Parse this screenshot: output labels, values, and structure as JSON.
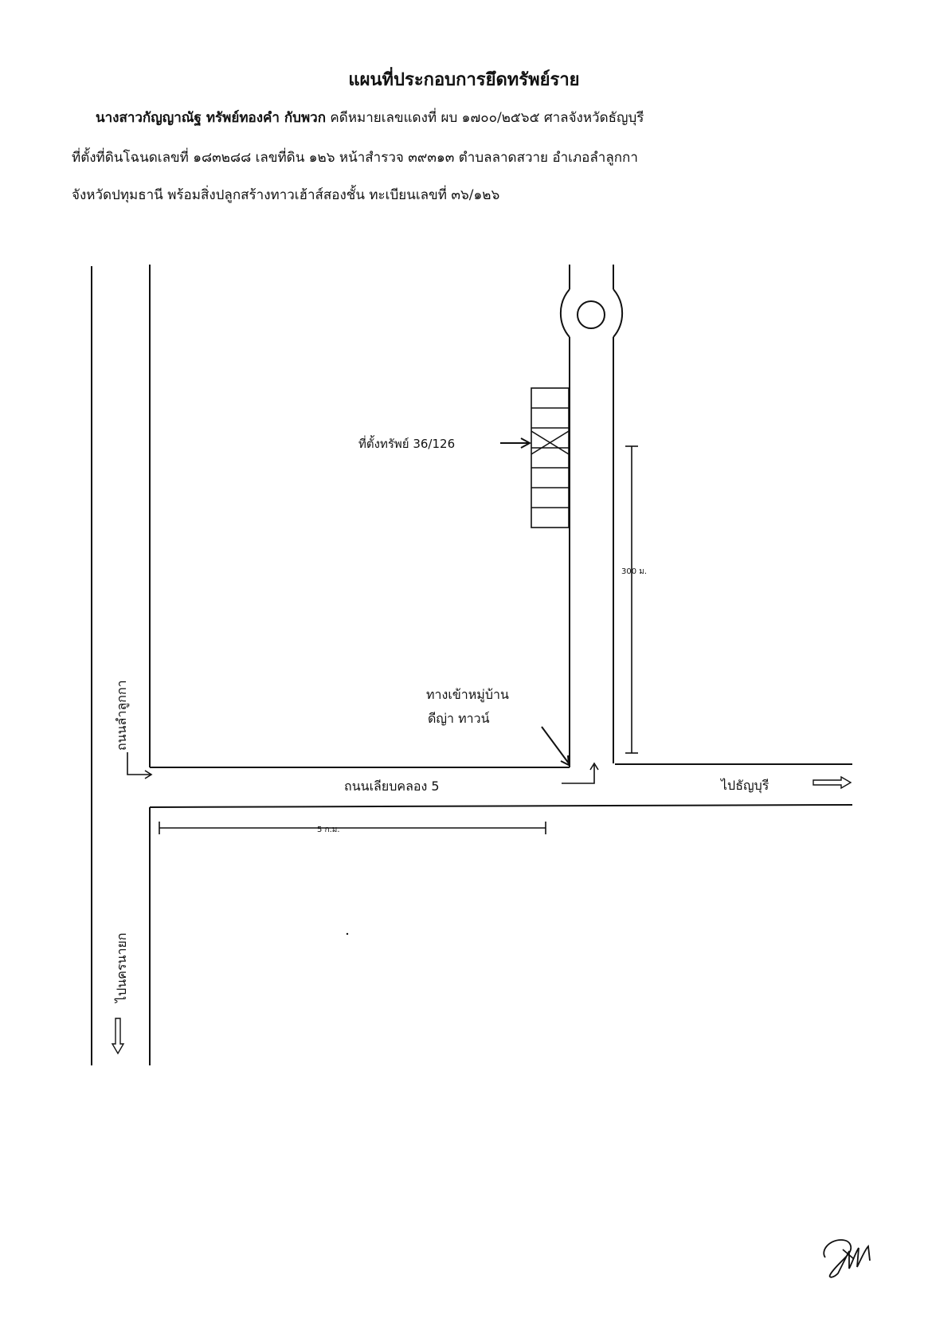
{
  "header": {
    "title": "แผนที่ประกอบการยึดทรัพย์ราย",
    "line1_bold": "นางสาวกัญญาณัฐ ทรัพย์ทองคำ กับพวก",
    "line1_rest": " คดีหมายเลขแดงที่ ผบ ๑๗๐๐/๒๕๖๕ ศาลจังหวัดธัญบุรี",
    "line2": "ที่ตั้งที่ดินโฉนดเลขที่ ๑๘๓๒๘๘ เลขที่ดิน ๑๒๖ หน้าสำรวจ ๓๙๓๑๓ ตำบลลาดสวาย อำเภอลำลูกกา",
    "line3": "จังหวัดปทุมธานี พร้อมสิ่งปลูกสร้างทาวเฮ้าส์สองชั้น ทะเบียนเลขที่ ๓๖/๑๒๖"
  },
  "map": {
    "property_label": "ที่ตั้งทรัพย์ 36/126",
    "distance_vertical": "300 ม.",
    "village_entrance_line1": "ทางเข้าหมู่บ้าน",
    "village_entrance_line2": "ดีญ่า ทาวน์",
    "road_left": "ถนนลำลูกกา",
    "road_main": "ถนนเลียบคลอง 5",
    "to_thanyaburi": "ไปธัญบุรี",
    "distance_horizontal": "5 ก.ม.",
    "to_nakhon_nayok": "ไปนครนายก"
  },
  "signature": "signature"
}
